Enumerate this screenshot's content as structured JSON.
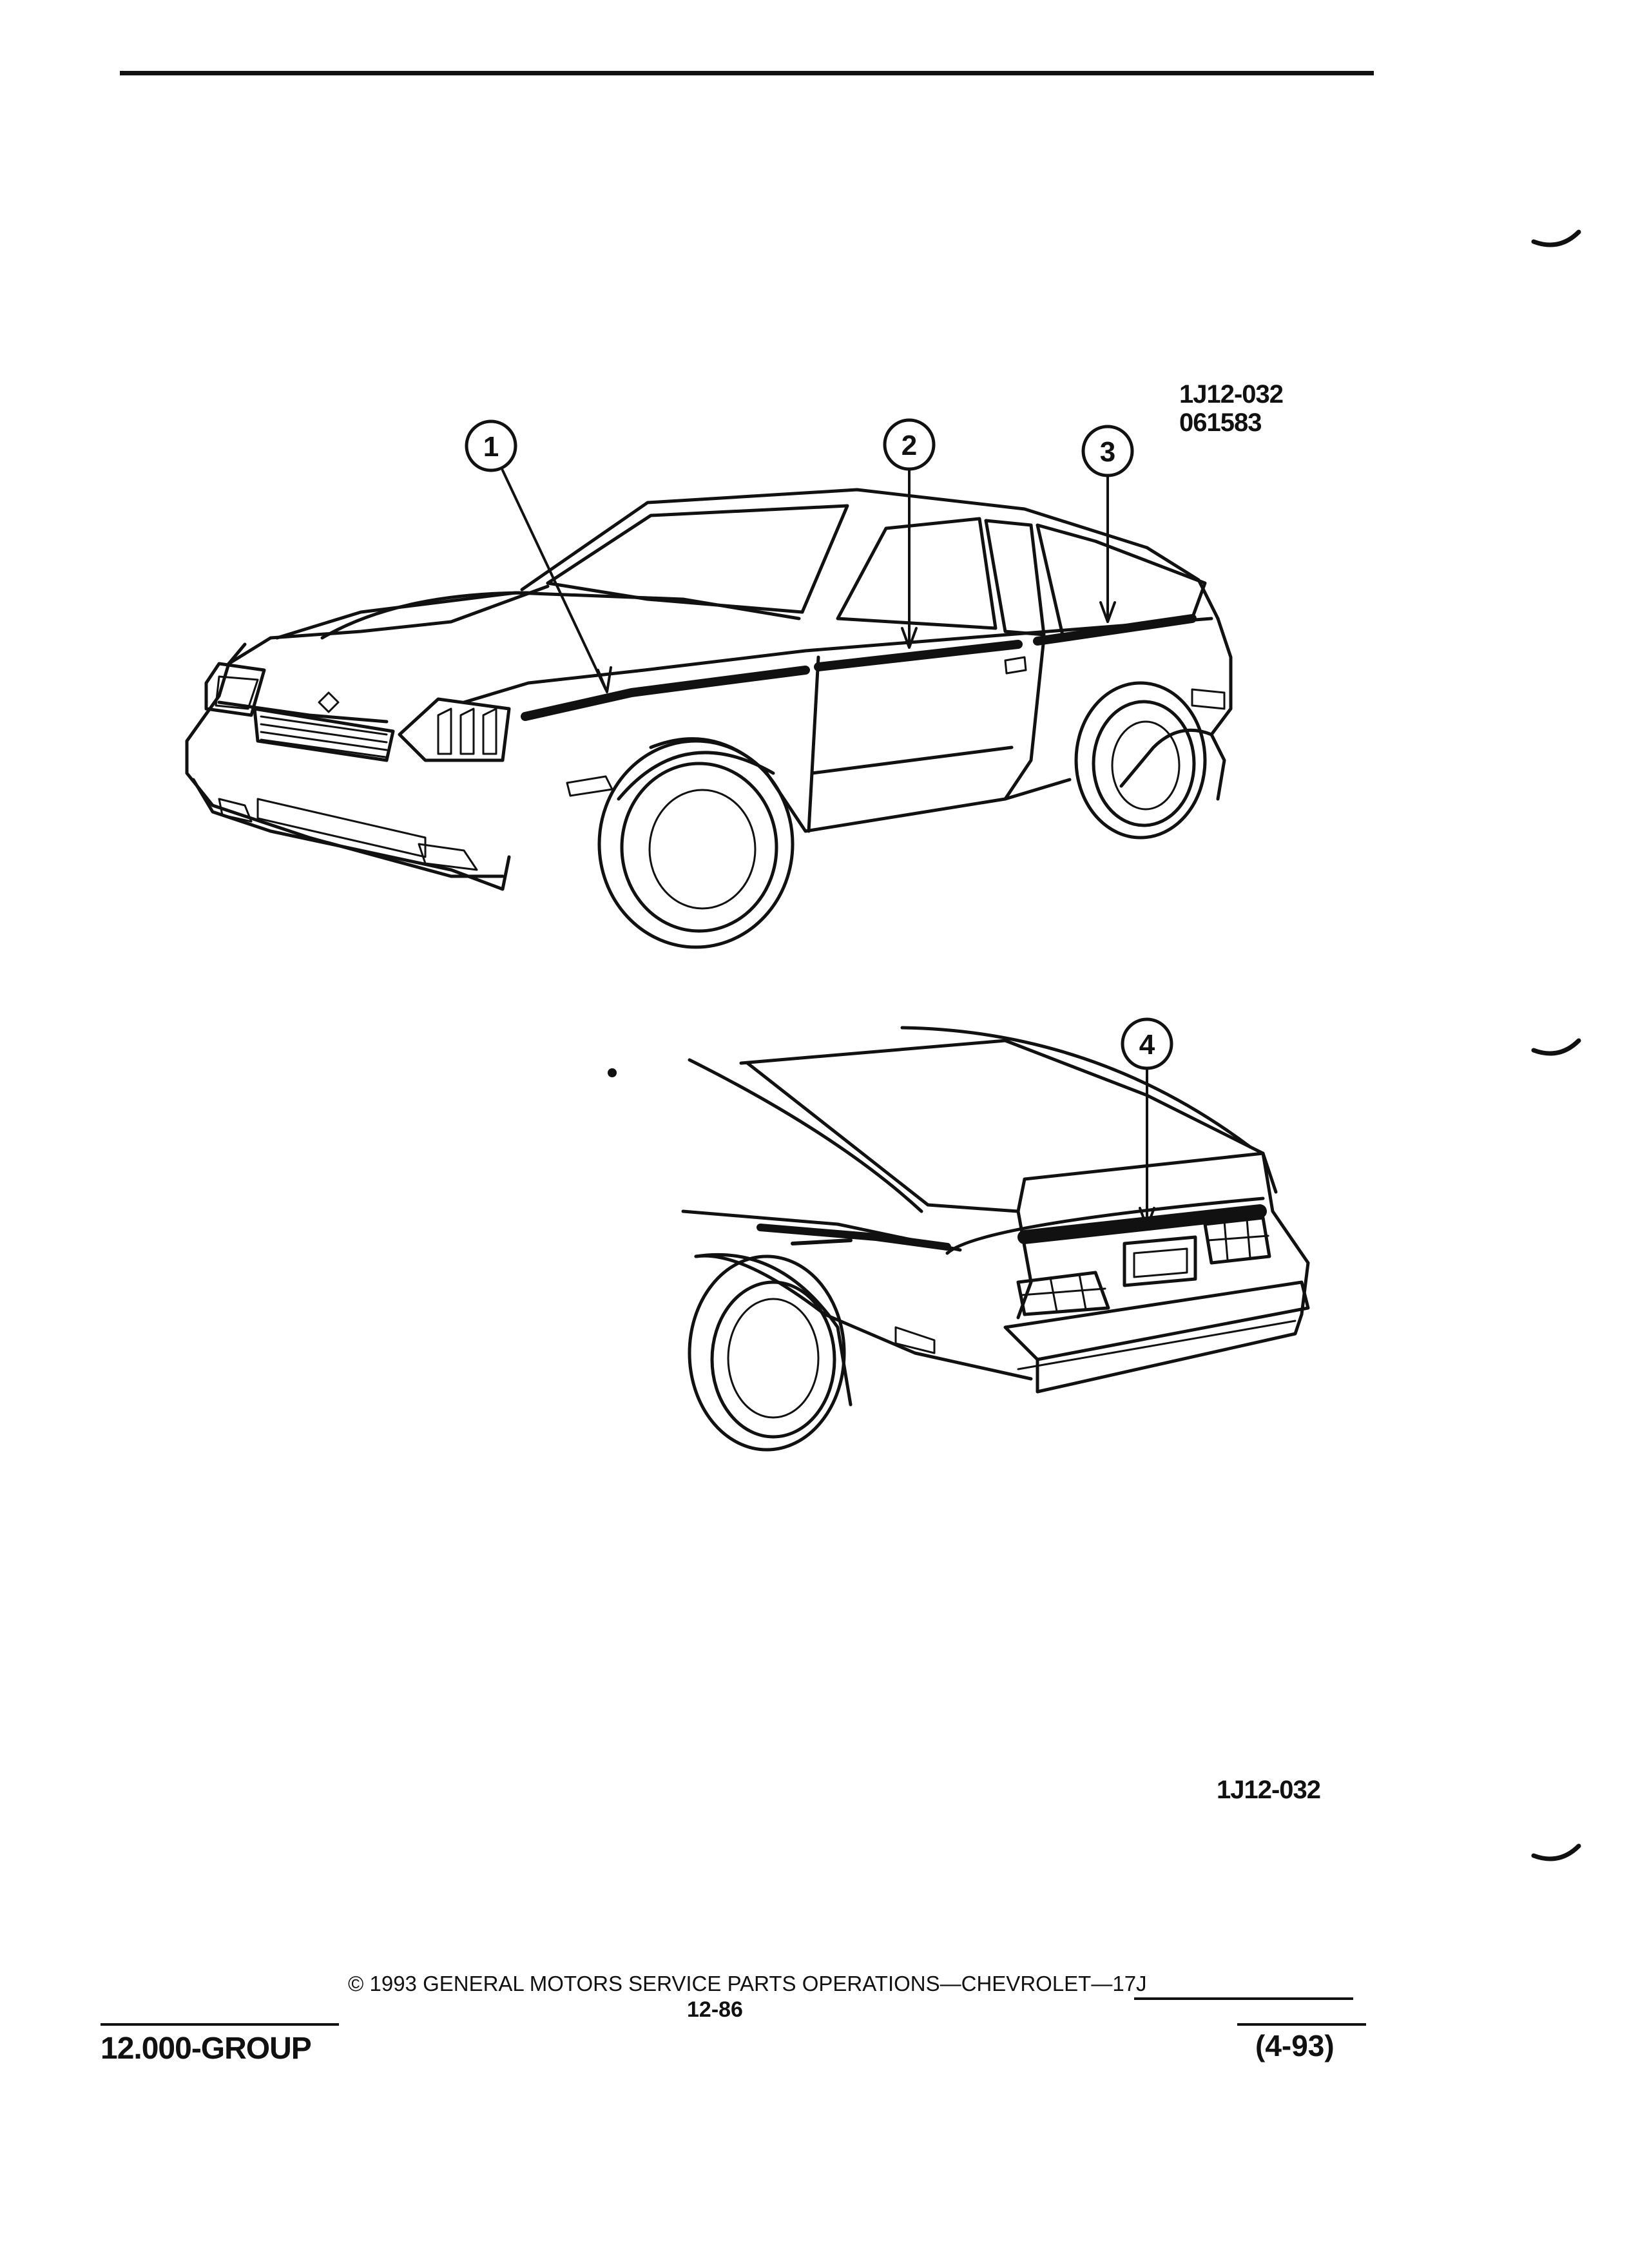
{
  "figure": {
    "ref_code": "1J12-032",
    "ref_date": "061583",
    "bottom_ref_code": "1J12-032",
    "callouts": [
      "1",
      "2",
      "3",
      "4"
    ]
  },
  "footer": {
    "group": "12.000-GROUP",
    "copyright": "© 1993 GENERAL MOTORS SERVICE PARTS OPERATIONS—CHEVROLET—17J",
    "page": "12-86",
    "date_code": "(4-93)"
  }
}
